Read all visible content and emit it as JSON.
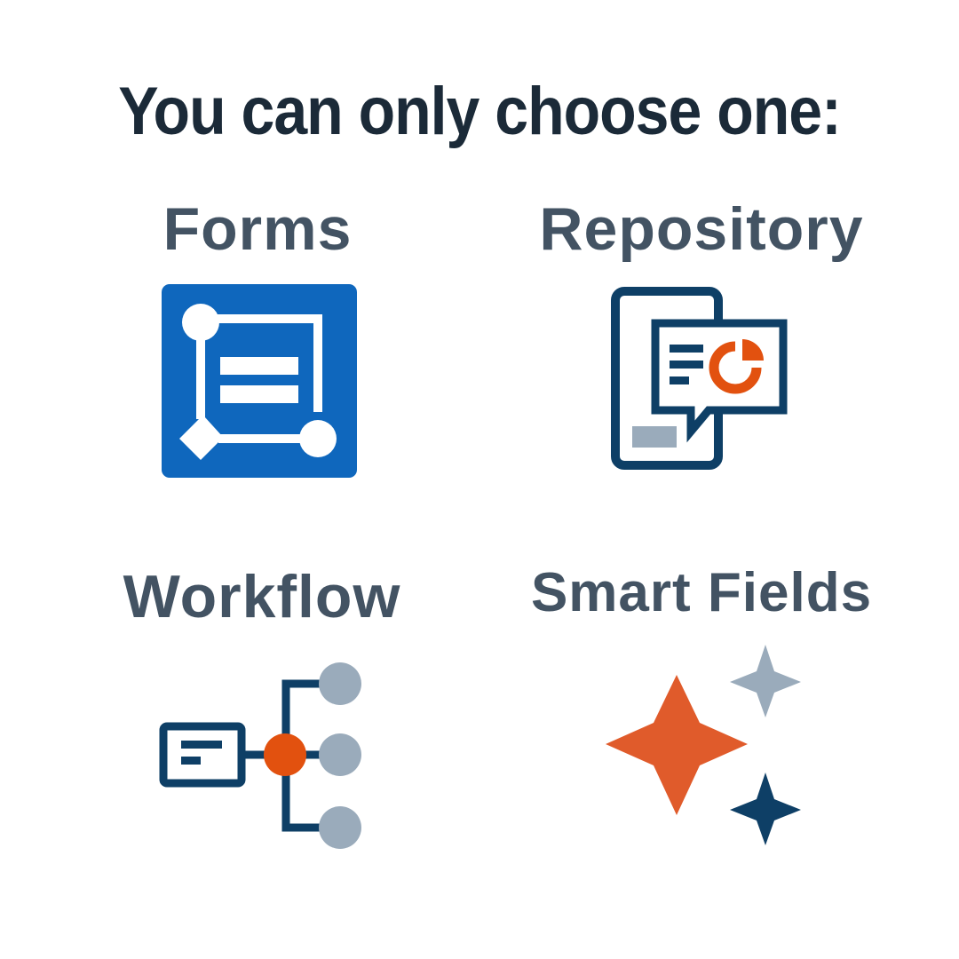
{
  "headline": "You can only choose one:",
  "options": [
    {
      "label": "Forms",
      "icon": "forms-icon"
    },
    {
      "label": "Repository",
      "icon": "repository-icon"
    },
    {
      "label": "Workflow",
      "icon": "workflow-icon"
    },
    {
      "label": "Smart Fields",
      "icon": "sparkles-icon"
    }
  ],
  "colors": {
    "headline": "#1b2a38",
    "label": "#435363",
    "blue": "#0f67bd",
    "navy": "#0e3f66",
    "orange": "#e2510f",
    "coral": "#e05b2b",
    "gray": "#9aabbb"
  }
}
